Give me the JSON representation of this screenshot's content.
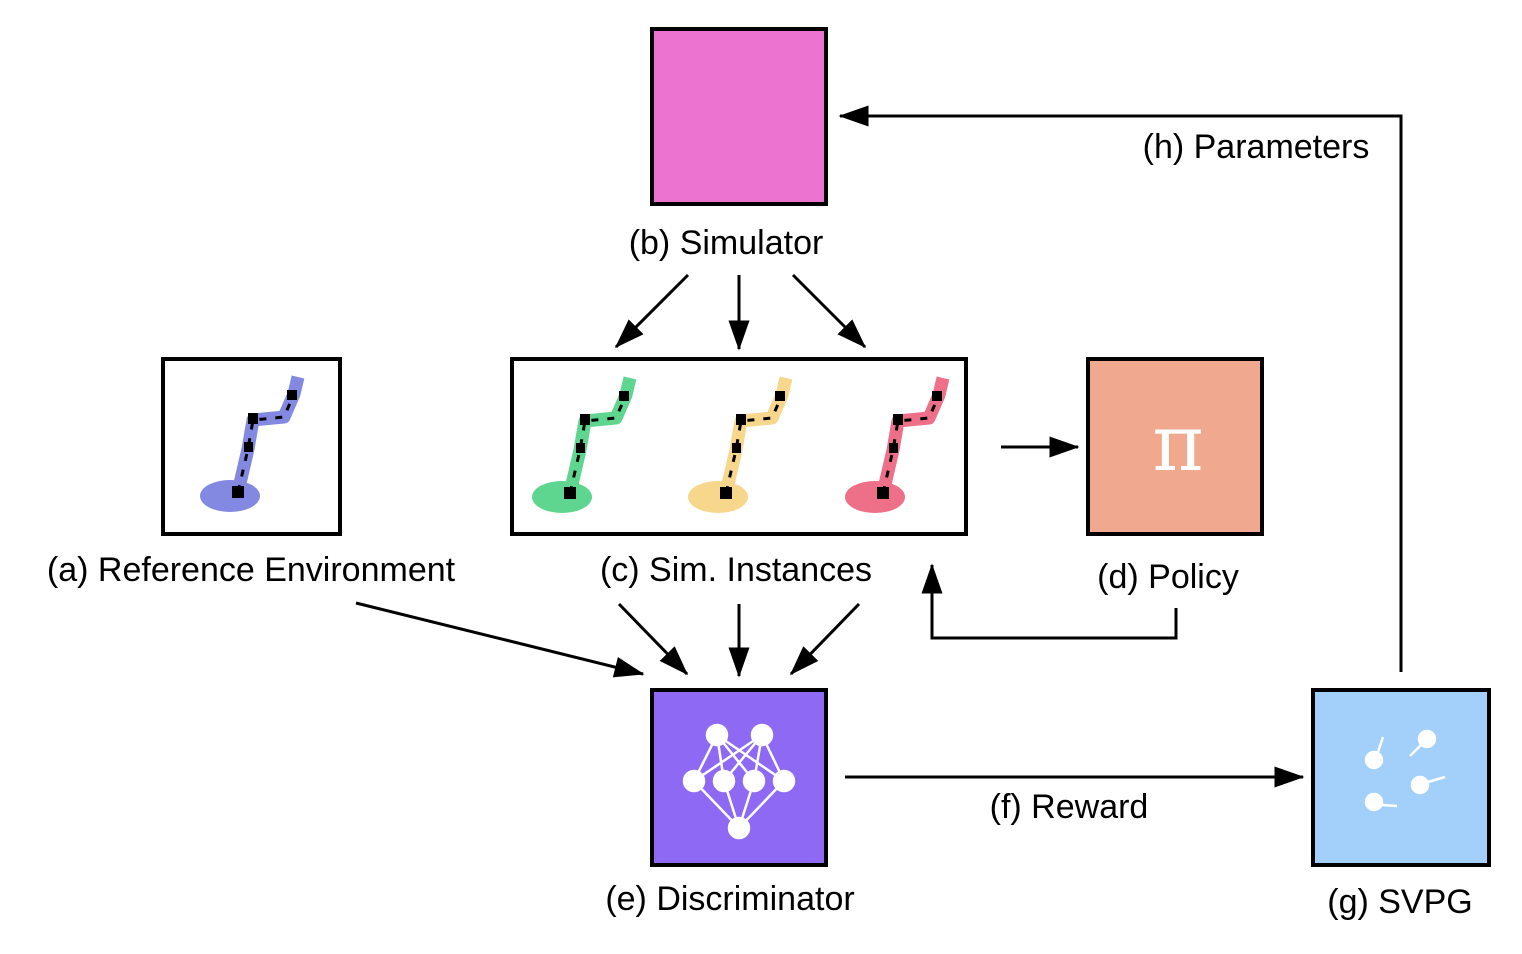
{
  "labels": {
    "a": "(a) Reference Environment",
    "b": "(b) Simulator",
    "c": "(c) Sim. Instances",
    "d": "(d) Policy",
    "e": "(e) Discriminator",
    "f": "(f) Reward",
    "g": "(g) SVPG",
    "h": "(h) Parameters"
  },
  "policy_symbol": "π",
  "colors": {
    "simulator": "#ec73cf",
    "policy": "#f0a88e",
    "discriminator": "#8e6af4",
    "svpg": "#a3d0fb",
    "reference_arm": "#8389e0",
    "instance_green": "#5fd690",
    "instance_yellow": "#f7d78c",
    "instance_red": "#ee7088"
  }
}
